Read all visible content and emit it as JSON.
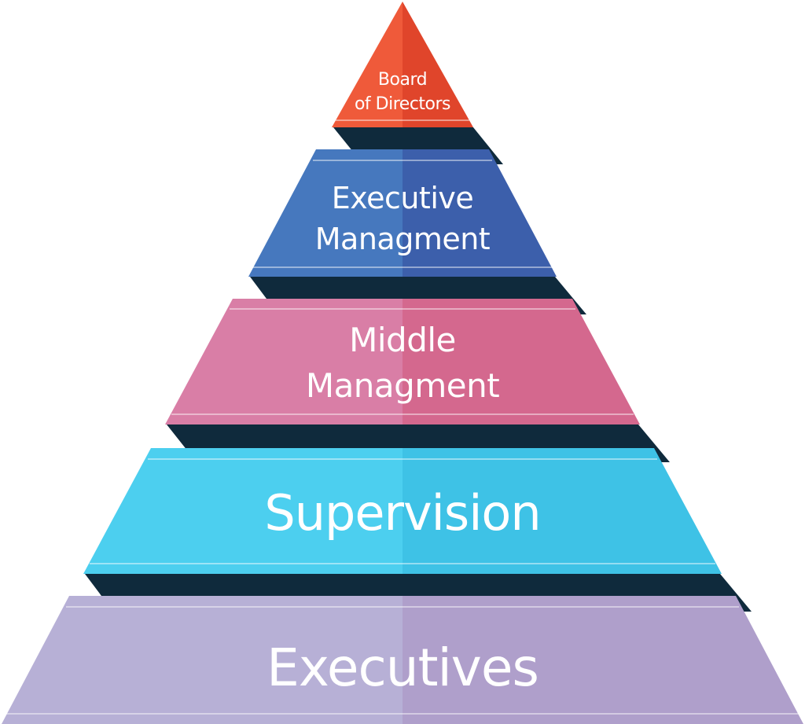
{
  "pyramid": {
    "tiers": [
      {
        "id": "board",
        "lines": [
          "Board",
          "of Directors"
        ],
        "color_light": "#EF5A3A",
        "color_dark": "#E0452B"
      },
      {
        "id": "executive",
        "lines": [
          "Executive",
          "Managment"
        ],
        "color_light": "#4678BE",
        "color_dark": "#3C5FAB"
      },
      {
        "id": "middle",
        "lines": [
          "Middle",
          "Managment"
        ],
        "color_light": "#D97EA6",
        "color_dark": "#D4688E"
      },
      {
        "id": "supervision",
        "lines": [
          "Supervision"
        ],
        "color_light": "#4CCFEF",
        "color_dark": "#3EC2E6"
      },
      {
        "id": "executives",
        "lines": [
          "Executives"
        ],
        "color_light": "#B7B0D6",
        "color_dark": "#AF9FCB"
      }
    ],
    "shadow_color": "#0F2A3C",
    "highlight_color": "#FFFFFF"
  }
}
